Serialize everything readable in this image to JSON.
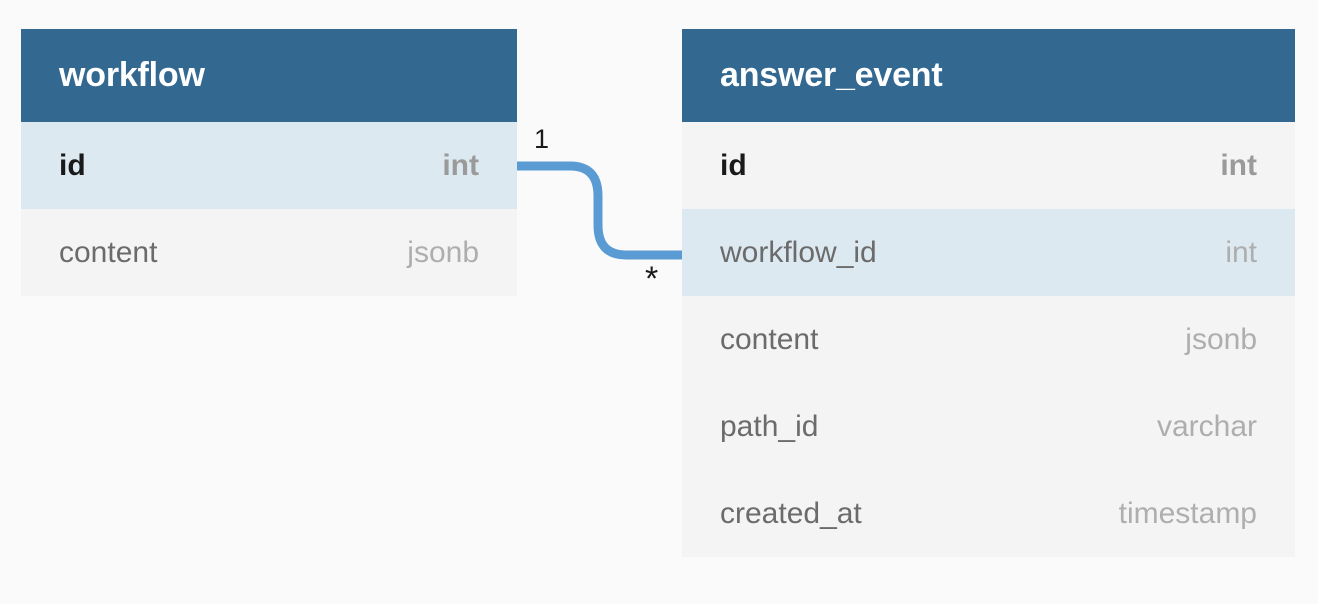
{
  "diagram": {
    "type": "entity-relationship-diagram",
    "background_color": "#fafafa",
    "header_color": "#336891",
    "highlight_row_color": "#dce9f1",
    "row_color": "#f4f4f4",
    "connector_color": "#5a9bd3"
  },
  "entities": [
    {
      "name": "workflow",
      "fields": [
        {
          "name": "id",
          "type": "int",
          "primary_key": true,
          "highlighted": true
        },
        {
          "name": "content",
          "type": "jsonb",
          "primary_key": false,
          "highlighted": false
        }
      ]
    },
    {
      "name": "answer_event",
      "fields": [
        {
          "name": "id",
          "type": "int",
          "primary_key": true,
          "highlighted": false
        },
        {
          "name": "workflow_id",
          "type": "int",
          "primary_key": false,
          "highlighted": true
        },
        {
          "name": "content",
          "type": "jsonb",
          "primary_key": false,
          "highlighted": false
        },
        {
          "name": "path_id",
          "type": "varchar",
          "primary_key": false,
          "highlighted": false
        },
        {
          "name": "created_at",
          "type": "timestamp",
          "primary_key": false,
          "highlighted": false
        }
      ]
    }
  ],
  "relationship": {
    "from_entity": "workflow",
    "from_field": "id",
    "to_entity": "answer_event",
    "to_field": "workflow_id",
    "source_cardinality": "1",
    "target_cardinality": "*"
  }
}
